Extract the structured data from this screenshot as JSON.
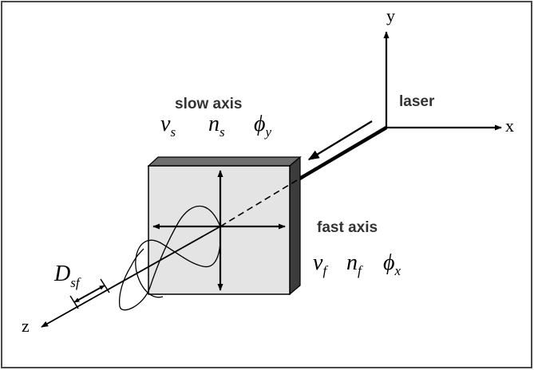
{
  "labels": {
    "axis_y": "y",
    "axis_x": "x",
    "axis_z": "z",
    "laser": "laser",
    "slow_axis": "slow axis",
    "fast_axis": "fast axis"
  },
  "slow_symbols": [
    {
      "base": "v",
      "sub": "s"
    },
    {
      "base": "n",
      "sub": "s"
    },
    {
      "base": "ϕ",
      "sub": "y"
    }
  ],
  "fast_symbols": [
    {
      "base": "v",
      "sub": "f"
    },
    {
      "base": "n",
      "sub": "f"
    },
    {
      "base": "ϕ",
      "sub": "x"
    }
  ],
  "separation": {
    "base": "D",
    "sub": "sf"
  },
  "colors": {
    "frame": "#4a4a4a",
    "plate_face": "#e4e4e4",
    "plate_top": "#6e6e6e",
    "plate_side": "#3c3c3c",
    "line": "#000000"
  }
}
